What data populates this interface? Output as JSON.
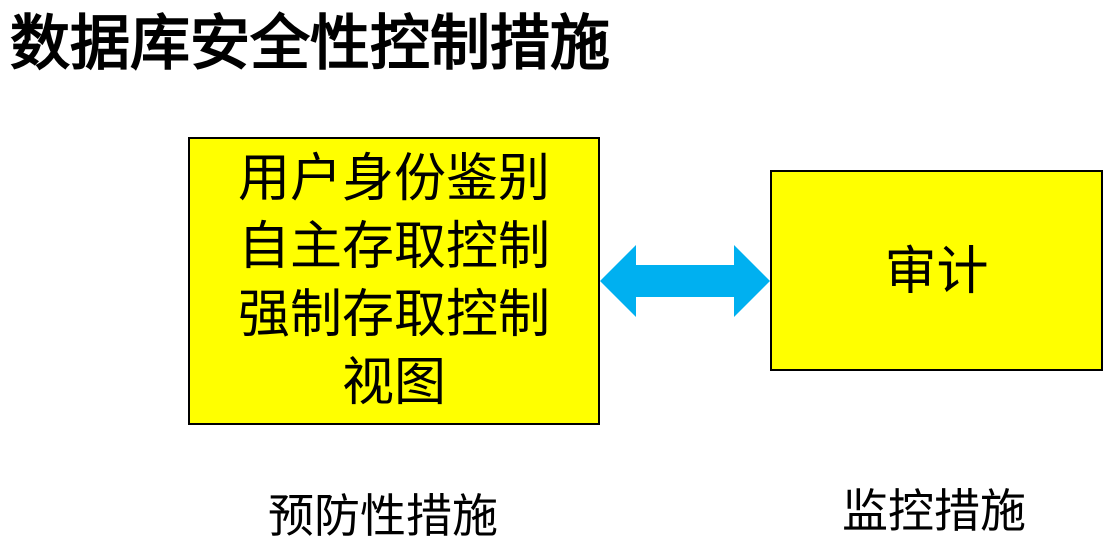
{
  "title": "数据库安全性控制措施",
  "left_box": {
    "items": [
      "用户身份鉴别",
      "自主存取控制",
      "强制存取控制",
      "视图"
    ],
    "caption": "预防性措施"
  },
  "right_box": {
    "label": "审计",
    "caption": "监控措施"
  },
  "colors": {
    "box_fill": "#ffff00",
    "box_border": "#000000",
    "arrow": "#00b0f0"
  },
  "arrow_icon": "double-headed-arrow-icon"
}
